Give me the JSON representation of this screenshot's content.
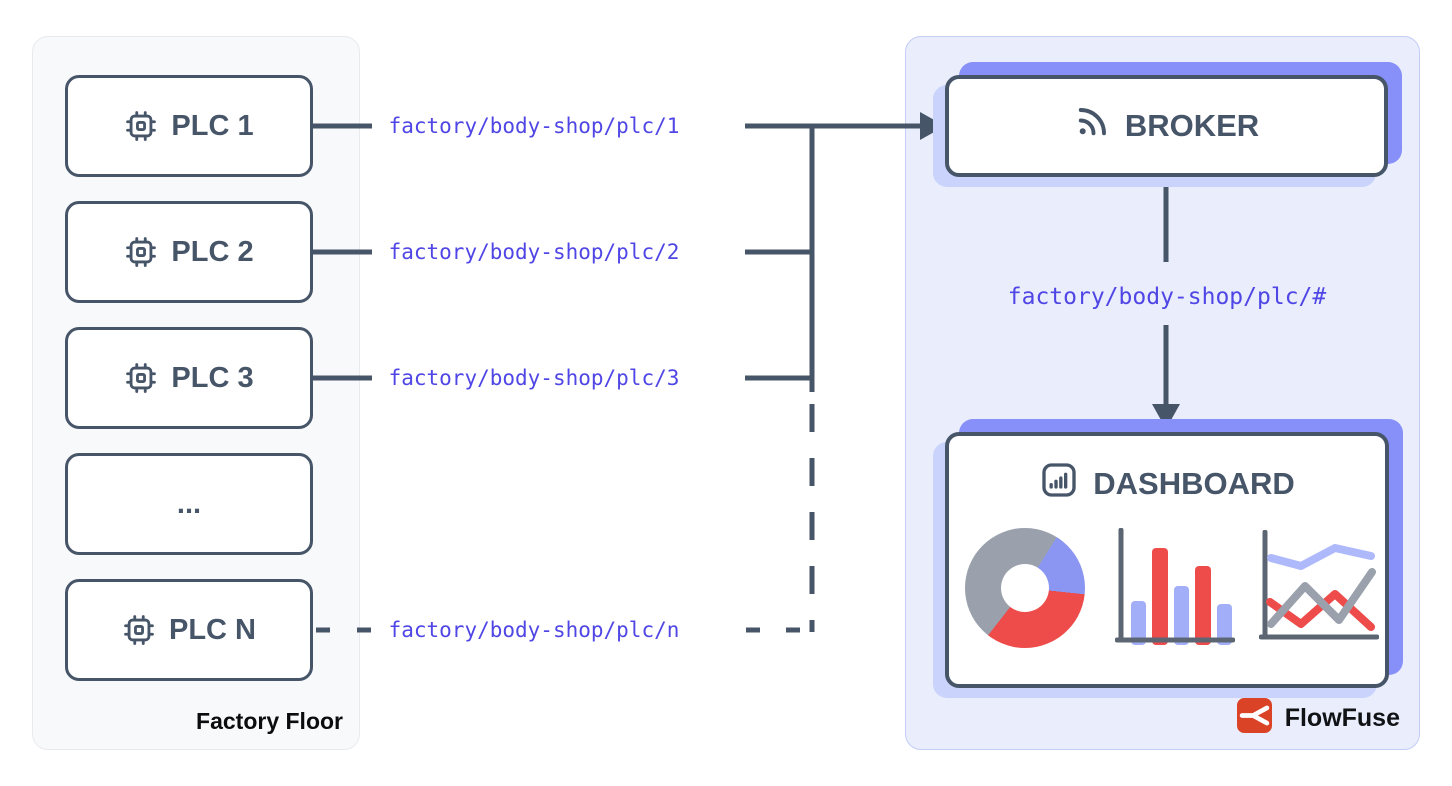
{
  "factory_floor": {
    "label": "Factory Floor",
    "nodes": [
      {
        "label": "PLC 1",
        "icon": "cpu-chip-icon",
        "topic": "factory/body-shop/plc/1"
      },
      {
        "label": "PLC 2",
        "icon": "cpu-chip-icon",
        "topic": "factory/body-shop/plc/2"
      },
      {
        "label": "PLC 3",
        "icon": "cpu-chip-icon",
        "topic": "factory/body-shop/plc/3"
      },
      {
        "label": "..."
      },
      {
        "label": "PLC N",
        "icon": "cpu-chip-icon",
        "topic": "factory/body-shop/plc/n"
      }
    ]
  },
  "cloud": {
    "broker": {
      "label": "BROKER",
      "icon": "rss-icon"
    },
    "subscription_topic": "factory/body-shop/plc/#",
    "dashboard": {
      "label": "DASHBOARD",
      "icon": "bar-chart-icon",
      "widgets": [
        "donut-chart",
        "bar-chart",
        "line-chart"
      ]
    },
    "brand": {
      "label": "FlowFuse",
      "icon": "flowfuse-logo-icon"
    }
  },
  "colors": {
    "line_slate": "#475569",
    "topic_text": "#4F46E5",
    "factory_panel_bg": "#F8F9FB",
    "cloud_panel_bg": "#E9EDFC",
    "accent_indigo": "#8690F8",
    "accent_lavender": "#C9D3FB",
    "chart_red": "#EE4B4B",
    "chart_periwinkle": "#8B95F2",
    "chart_gray": "#9AA1AC",
    "flowfuse_red": "#DB4327"
  }
}
